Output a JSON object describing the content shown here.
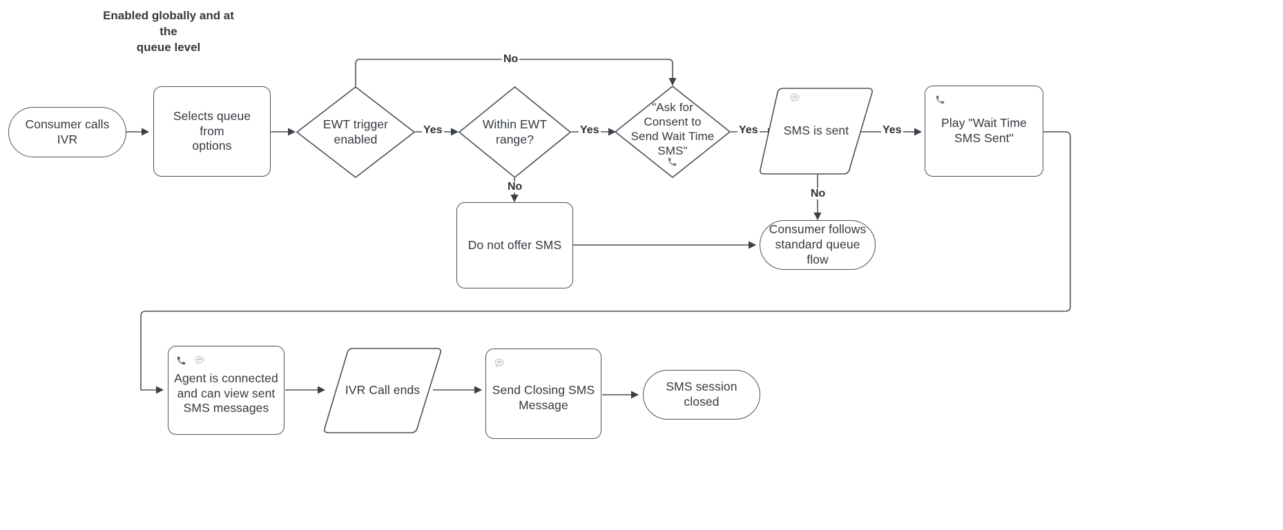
{
  "caption": {
    "text": "Enabled globally and at the\nqueue level"
  },
  "colors": {
    "stroke": "#4a5057",
    "text": "#33393f",
    "label": "#2b3137",
    "background": "#ffffff"
  },
  "nodes": [
    {
      "id": "consumer-calls-ivr",
      "label": "Consumer calls\nIVR",
      "shape": "stadium",
      "icons": []
    },
    {
      "id": "selects-queue",
      "label": "Selects queue from\noptions",
      "shape": "rect",
      "icons": []
    },
    {
      "id": "ewt-trigger-enabled",
      "label": "EWT trigger\nenabled",
      "shape": "diamond",
      "icons": []
    },
    {
      "id": "within-ewt-range",
      "label": "Within EWT\nrange?",
      "shape": "diamond",
      "icons": []
    },
    {
      "id": "ask-for-consent",
      "label": "\"Ask for\nConsent to\nSend Wait Time\nSMS\"",
      "shape": "diamond",
      "icons": [
        "phone-icon"
      ]
    },
    {
      "id": "sms-is-sent",
      "label": "SMS is sent",
      "shape": "parallelogram",
      "icons": [
        "message-bubble-icon"
      ]
    },
    {
      "id": "play-wait-time-sms-sent",
      "label": "Play \"Wait Time\nSMS Sent\"",
      "shape": "rect",
      "icons": [
        "phone-icon"
      ]
    },
    {
      "id": "do-not-offer-sms",
      "label": "Do not offer SMS",
      "shape": "rect",
      "icons": []
    },
    {
      "id": "consumer-follows-queue",
      "label": "Consumer follows\nstandard queue flow",
      "shape": "stadium",
      "icons": []
    },
    {
      "id": "agent-connected",
      "label": "Agent is connected\nand can view sent\nSMS messages",
      "shape": "rect",
      "icons": [
        "phone-icon",
        "message-bubble-icon"
      ]
    },
    {
      "id": "ivr-call-ends",
      "label": "IVR Call ends",
      "shape": "parallelogram",
      "icons": []
    },
    {
      "id": "send-closing-sms",
      "label": "Send Closing SMS\nMessage",
      "shape": "rect",
      "icons": [
        "message-bubble-icon"
      ]
    },
    {
      "id": "sms-session-closed",
      "label": "SMS session closed",
      "shape": "stadium",
      "icons": []
    }
  ],
  "edge_labels": [
    {
      "id": "no-loop-top",
      "text": "No"
    },
    {
      "id": "yes-ewt-to-range",
      "text": "Yes"
    },
    {
      "id": "yes-range-to-consent",
      "text": "Yes"
    },
    {
      "id": "no-range-to-nooffer",
      "text": "No"
    },
    {
      "id": "yes-consent-to-sms",
      "text": "Yes"
    },
    {
      "id": "yes-sms-to-play",
      "text": "Yes"
    },
    {
      "id": "no-sms-to-queueflow",
      "text": "No"
    }
  ]
}
